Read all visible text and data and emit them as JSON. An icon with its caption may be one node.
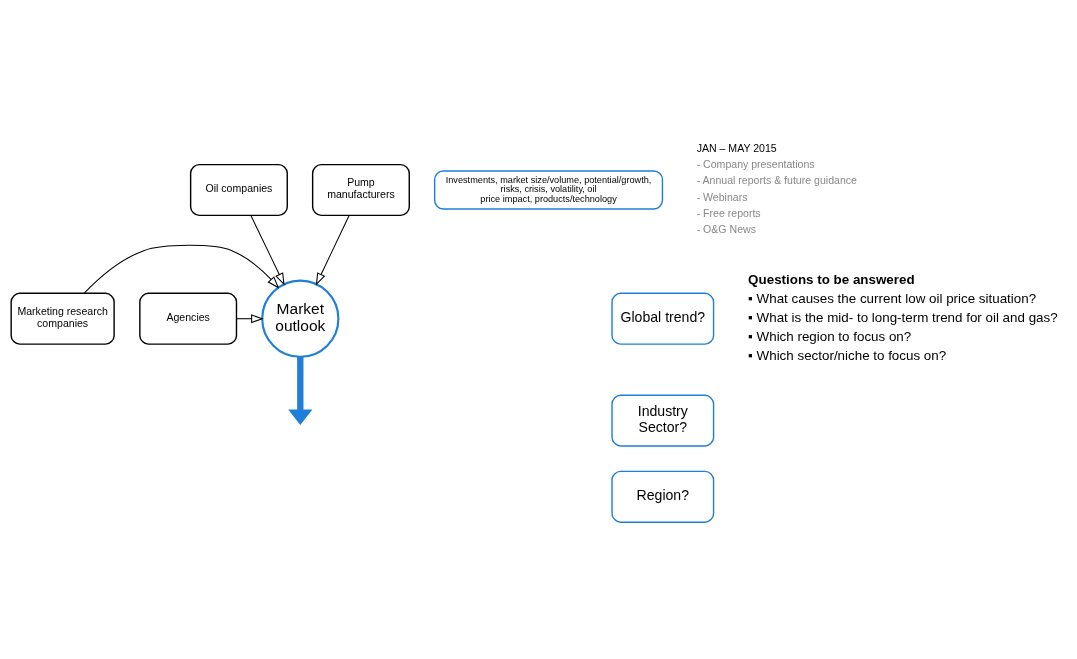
{
  "diagram": {
    "nodes": [
      {
        "text": [
          "Oil companies"
        ]
      },
      {
        "text": [
          "Pump manufacturers"
        ]
      },
      {
        "text": [
          "Marketing research companies"
        ]
      },
      {
        "text": [
          "Agencies"
        ]
      },
      {
        "text": [
          "Market outlook"
        ]
      },
      {
        "text": [
          "Investments, market size/volume, potential/growth, risks, crisis, volatility, oil price impact, products/technology"
        ]
      },
      {
        "text": [
          "Global trend?"
        ]
      },
      {
        "text": [
          "Industry Sector?"
        ]
      },
      {
        "text": [
          "Region?"
        ]
      }
    ],
    "edges": [
      {
        "from": 0,
        "to": 4,
        "arrow": "to"
      },
      {
        "from": 1,
        "to": 4,
        "arrow": "to"
      },
      {
        "from": 2,
        "to": 4,
        "arrow": "to"
      },
      {
        "from": 3,
        "to": 4,
        "arrow": "to"
      },
      {
        "from": 4,
        "to": null,
        "arrow": "to",
        "style": "thick",
        "color": "#1f7fd8"
      }
    ],
    "labels": [
      "JAN – MAY 2015",
      "- Company presentations",
      "- Annual reports & future guidance",
      "- Webinars",
      "- Free reports",
      "- O&G News",
      "Questions to be answered",
      "▪ What causes the current low oil price situation?",
      "▪ What is the mid- to long-term trend for oil and gas?",
      "▪ Which region to focus on?",
      "▪ Which sector/niche to focus on?"
    ]
  }
}
